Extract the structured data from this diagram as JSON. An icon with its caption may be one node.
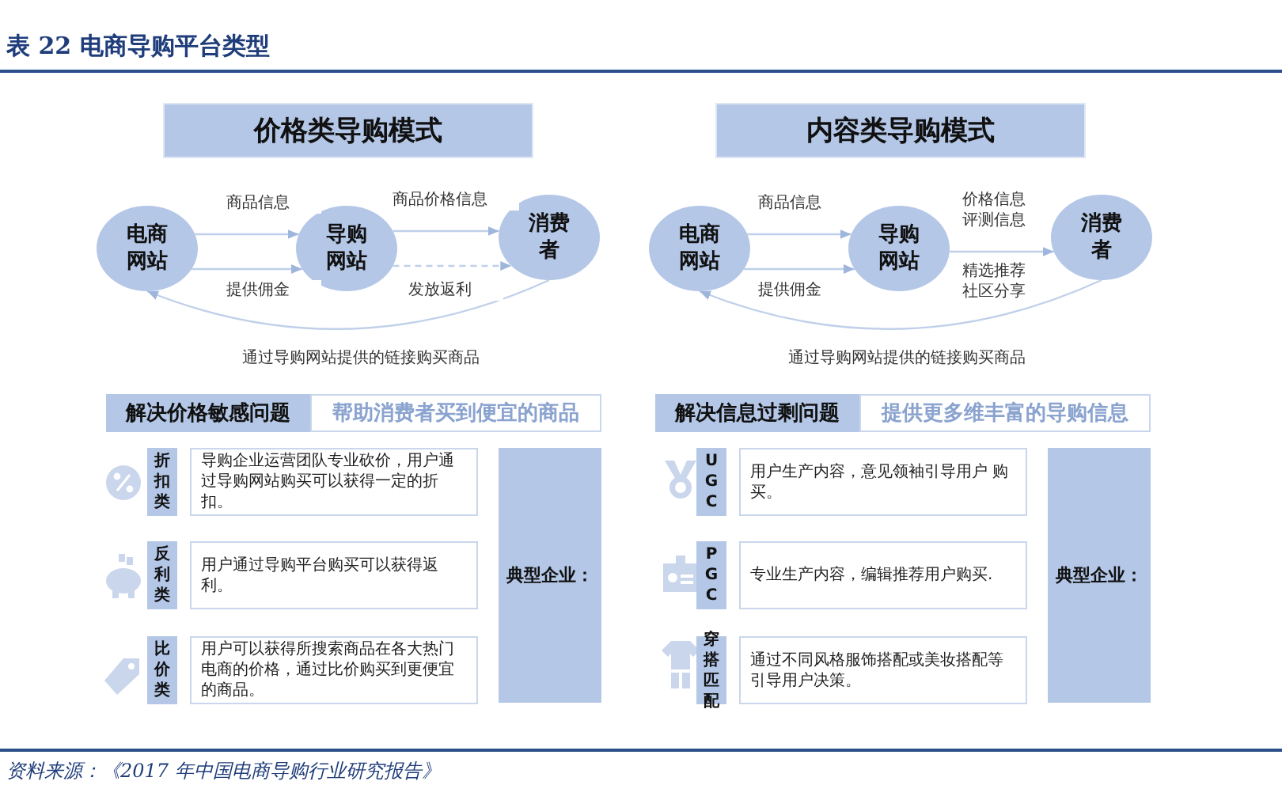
{
  "diagram": {
    "title": "表 22 电商导购平台类型",
    "caption": "资料来源：《2017 年中国电商导购行业研究报告》",
    "nodes": [
      {
        "text": [
          "价格类导购模式"
        ]
      },
      {
        "text": [
          "电商网站"
        ]
      },
      {
        "text": [
          "导购网站"
        ]
      },
      {
        "text": [
          "消费者"
        ]
      },
      {
        "text": [
          "内容类导购模式"
        ]
      },
      {
        "text": [
          "电商网站"
        ]
      },
      {
        "text": [
          "导购网站"
        ]
      },
      {
        "text": [
          "消费者"
        ]
      },
      {
        "text": [
          "解决价格敏感问题"
        ]
      },
      {
        "text": [
          "帮助消费者买到便宜的商品"
        ]
      },
      {
        "text": [
          "折扣类"
        ]
      },
      {
        "text": [
          "导购企业运营团队专业砍价，用户通过导购网站购买可以获得一定的折扣。"
        ]
      },
      {
        "text": [
          "反利类"
        ]
      },
      {
        "text": [
          "用户通过导购平台购买可以获得返利。"
        ]
      },
      {
        "text": [
          "比价类"
        ]
      },
      {
        "text": [
          "用户可以获得所搜索商品在各大热门电商的价格，通过比价购买到更便宜的商品。"
        ]
      },
      {
        "text": [
          "典型企业："
        ]
      },
      {
        "text": [
          "解决信息过剩问题"
        ]
      },
      {
        "text": [
          "提供更多维丰富的导购信息"
        ]
      },
      {
        "text": [
          "UGC"
        ]
      },
      {
        "text": [
          "用户生产内容，意见领袖引导用户 购买。"
        ]
      },
      {
        "text": [
          "PGC"
        ]
      },
      {
        "text": [
          "专业生产内容，编辑推荐用户购买."
        ]
      },
      {
        "text": [
          "穿搭匹配"
        ]
      },
      {
        "text": [
          "通过不同风格服饰搭配或美妆搭配等引导用户决策。"
        ]
      },
      {
        "text": [
          "典型企业："
        ]
      }
    ],
    "edges": [
      {
        "from": 1,
        "to": 2,
        "arrow": "to",
        "label": "商品信息"
      },
      {
        "from": 1,
        "to": 2,
        "arrow": "to",
        "label": "提供佣金"
      },
      {
        "from": 2,
        "to": 3,
        "arrow": "to",
        "label": "商品价格信息"
      },
      {
        "from": 2,
        "to": 3,
        "arrow": "to",
        "label": "发放返利",
        "style": "dashed"
      },
      {
        "from": 3,
        "to": 1,
        "arrow": "to",
        "label": "通过导购网站提供的链接购买商品"
      },
      {
        "from": 5,
        "to": 6,
        "arrow": "to",
        "label": "商品信息"
      },
      {
        "from": 5,
        "to": 6,
        "arrow": "to",
        "label": "提供佣金"
      },
      {
        "from": 6,
        "to": 7,
        "arrow": "to"
      },
      {
        "from": 7,
        "to": 5,
        "arrow": "to",
        "label": "通过导购网站提供的链接购买商品"
      }
    ],
    "labels": [
      "价格信息",
      "评测信息",
      "精选推荐",
      "社区分享"
    ]
  }
}
